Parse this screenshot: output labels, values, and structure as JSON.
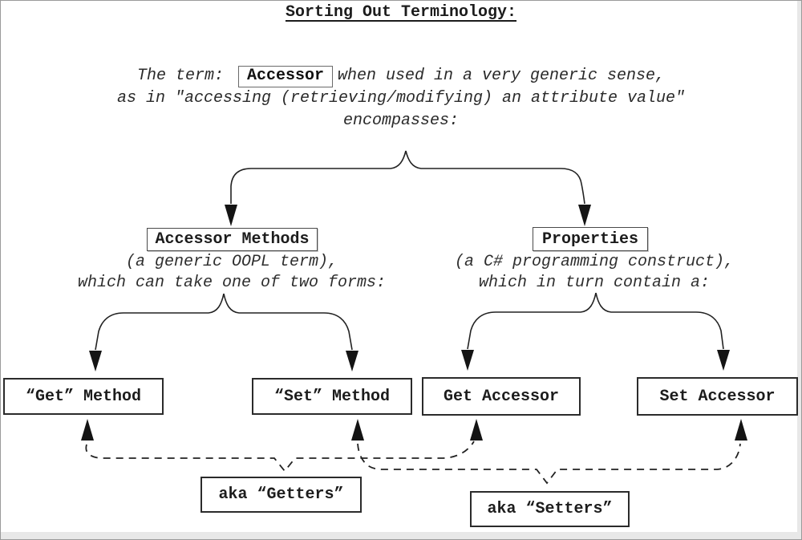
{
  "title": "Sorting Out Terminology:",
  "intro": {
    "line1_pre": "The term:",
    "accessor_chip": "Accessor",
    "line1_post": "when used in a very generic sense,",
    "line2": "as in \"accessing (retrieving/modifying) an attribute value\"",
    "line3": "encompasses:"
  },
  "branches": {
    "left": {
      "box_label": "Accessor Methods",
      "caption_line1": "(a generic OOPL term),",
      "caption_line2": "which can take one of two forms:"
    },
    "right": {
      "box_label": "Properties",
      "caption_line1": "(a C# programming construct),",
      "caption_line2": "which in turn contain a:"
    }
  },
  "leaves": {
    "get_method": "“Get” Method",
    "set_method": "“Set” Method",
    "get_accessor": "Get Accessor",
    "set_accessor": "Set Accessor"
  },
  "aka": {
    "getters": "aka “Getters”",
    "setters": "aka “Setters”"
  },
  "colors": {
    "ink": "#1c1c1c",
    "box_border": "#2b2b2b",
    "background": "#ffffff",
    "edge_strip": "#e8e8e8"
  }
}
